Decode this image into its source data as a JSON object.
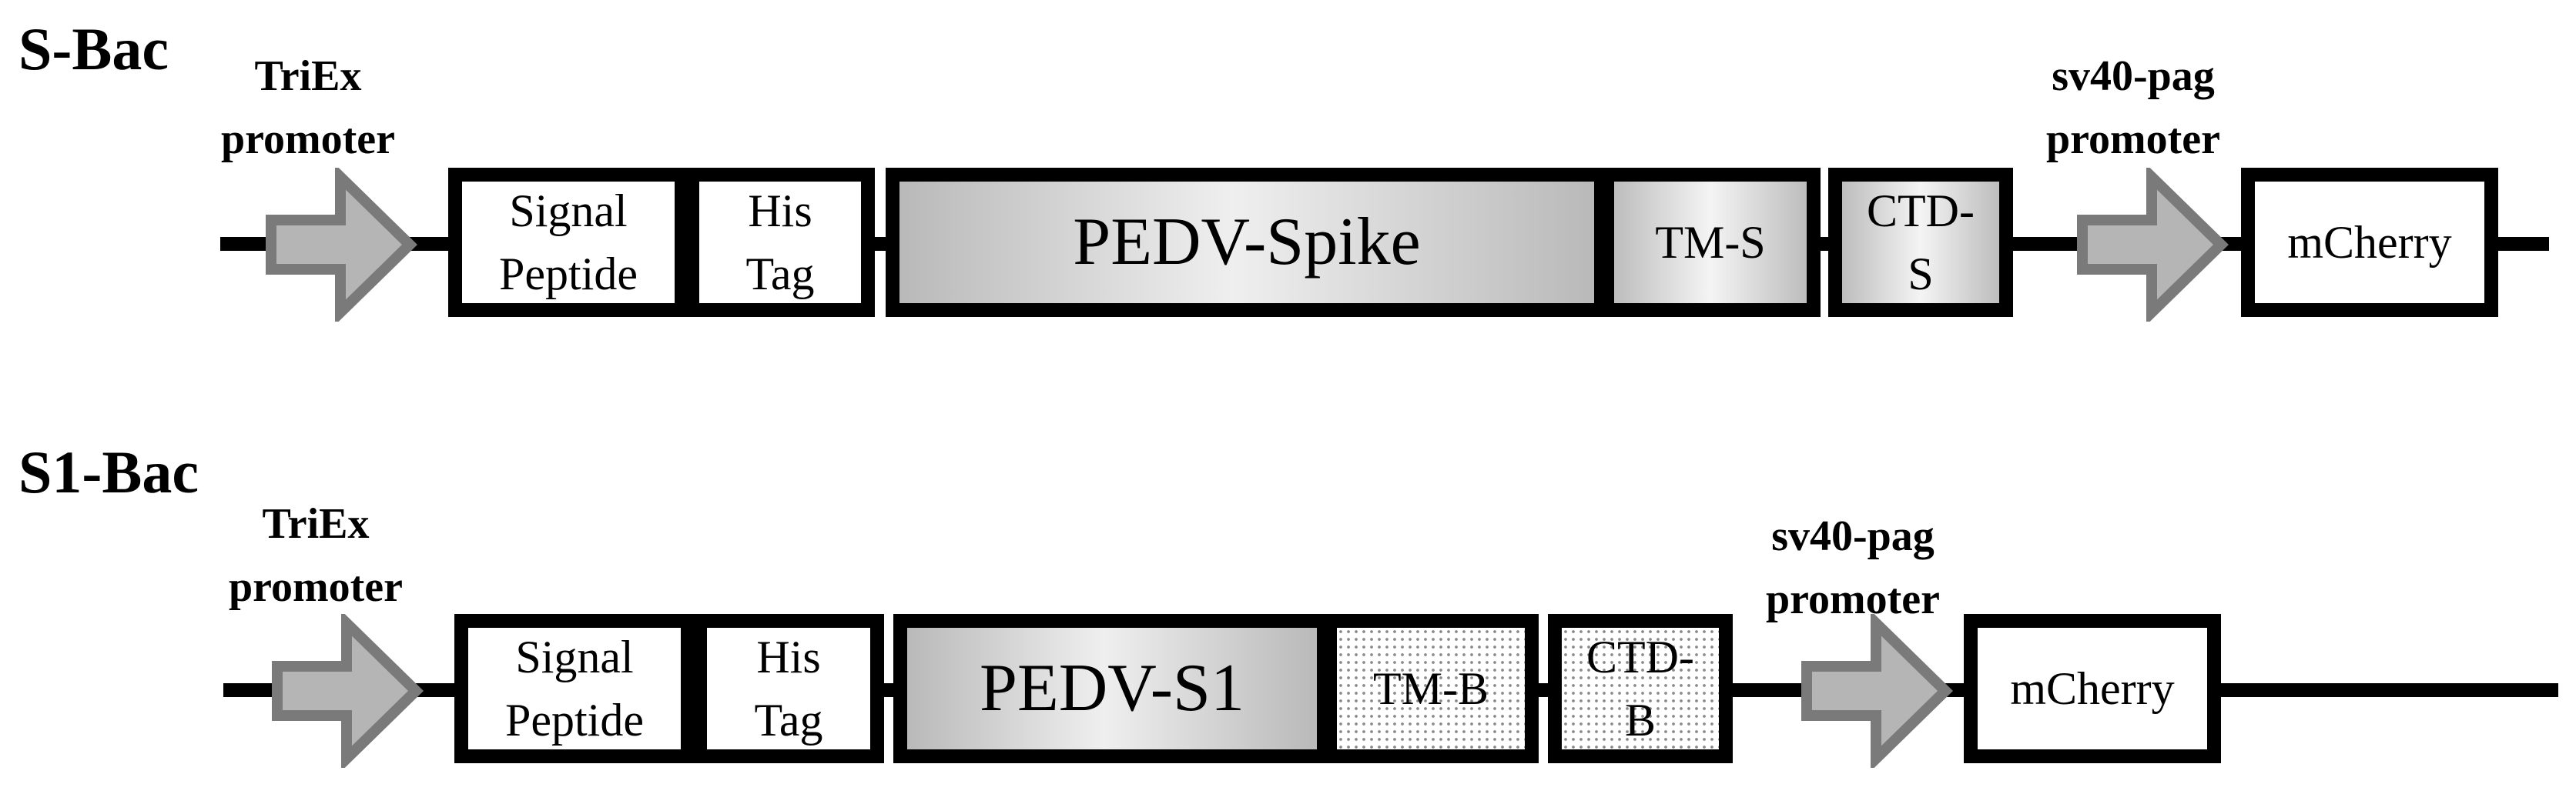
{
  "constructs": [
    {
      "name": "S-Bac",
      "promoter1": [
        "TriEx",
        "promoter"
      ],
      "promoter2": [
        "sv40-pag",
        "promoter"
      ],
      "signal_peptide": [
        "Signal",
        "Peptide"
      ],
      "his_tag": [
        "His",
        "Tag"
      ],
      "main": "PEDV-Spike",
      "tm": "TM-S",
      "ctd": [
        "CTD-",
        "S"
      ],
      "reporter": "mCherry"
    },
    {
      "name": "S1-Bac",
      "promoter1": [
        "TriEx",
        "promoter"
      ],
      "promoter2": [
        "sv40-pag",
        "promoter"
      ],
      "signal_peptide": [
        "Signal",
        "Peptide"
      ],
      "his_tag": [
        "His",
        "Tag"
      ],
      "main": "PEDV-S1",
      "tm": "TM-B",
      "ctd": [
        "CTD-",
        "B"
      ],
      "reporter": "mCherry"
    }
  ],
  "colors": {
    "outline": "#000000",
    "arrow_fill": "#b5b5b5",
    "arrow_stroke": "#7a7a7a",
    "gradient_edge": "#b9b9b9",
    "gradient_center": "#efefef"
  },
  "icons": {
    "promoter": "block-arrow-right-icon"
  }
}
